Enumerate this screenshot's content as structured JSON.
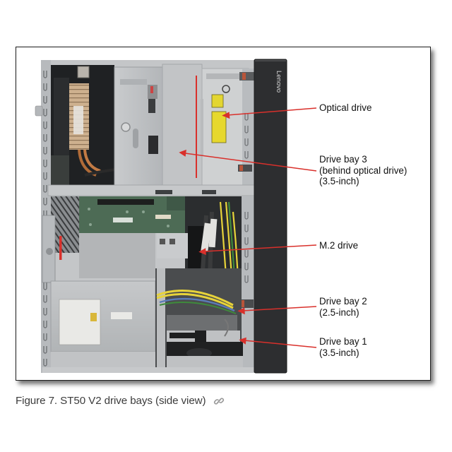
{
  "figure": {
    "caption": "Figure 7. ST50 V2 drive bays (side view)",
    "link_icon": "link-icon",
    "brand_on_bezel": "Lenovo",
    "annotation_color": "#d9302b",
    "callouts": [
      {
        "id": "optical-drive",
        "lines": [
          "Optical drive"
        ]
      },
      {
        "id": "drive-bay-3",
        "lines": [
          "Drive bay 3",
          "(behind optical drive)",
          "(3.5-inch)"
        ]
      },
      {
        "id": "m2-drive",
        "lines": [
          "M.2 drive"
        ]
      },
      {
        "id": "drive-bay-2",
        "lines": [
          "Drive bay 2",
          "(2.5-inch)"
        ]
      },
      {
        "id": "drive-bay-1",
        "lines": [
          "Drive bay 1",
          "(3.5-inch)"
        ]
      }
    ]
  }
}
